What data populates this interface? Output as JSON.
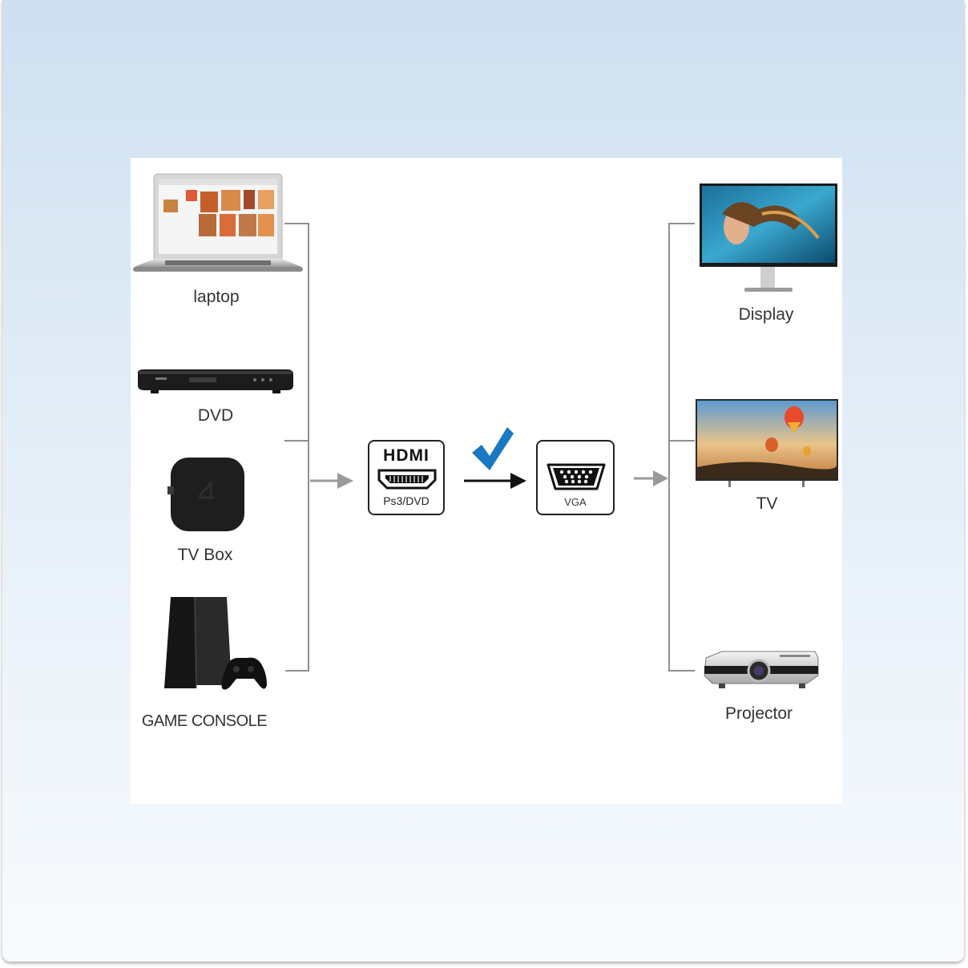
{
  "sources": [
    {
      "id": "laptop",
      "label": "laptop",
      "icon": "laptop-icon"
    },
    {
      "id": "dvd",
      "label": "DVD",
      "icon": "dvd-player-icon"
    },
    {
      "id": "tvbox",
      "label": "TV Box",
      "icon": "tv-box-icon"
    },
    {
      "id": "console",
      "label": "GAME CONSOLE",
      "icon": "game-console-icon"
    }
  ],
  "adapter": {
    "input": {
      "title": "HDMI",
      "subtitle": "Ps3/DVD",
      "icon": "hdmi-port-icon"
    },
    "output": {
      "subtitle": "VGA",
      "icon": "vga-port-icon"
    },
    "check_icon": "checkmark-icon",
    "check_color": "#1a78c2"
  },
  "targets": [
    {
      "id": "display",
      "label": "Display",
      "icon": "monitor-icon"
    },
    {
      "id": "tv",
      "label": "TV",
      "icon": "tv-icon"
    },
    {
      "id": "projector",
      "label": "Projector",
      "icon": "projector-icon"
    }
  ],
  "colors": {
    "connector_line": "#8f8f8f",
    "arrow": "#9a9a9a",
    "device_dark": "#1c1c1c"
  }
}
